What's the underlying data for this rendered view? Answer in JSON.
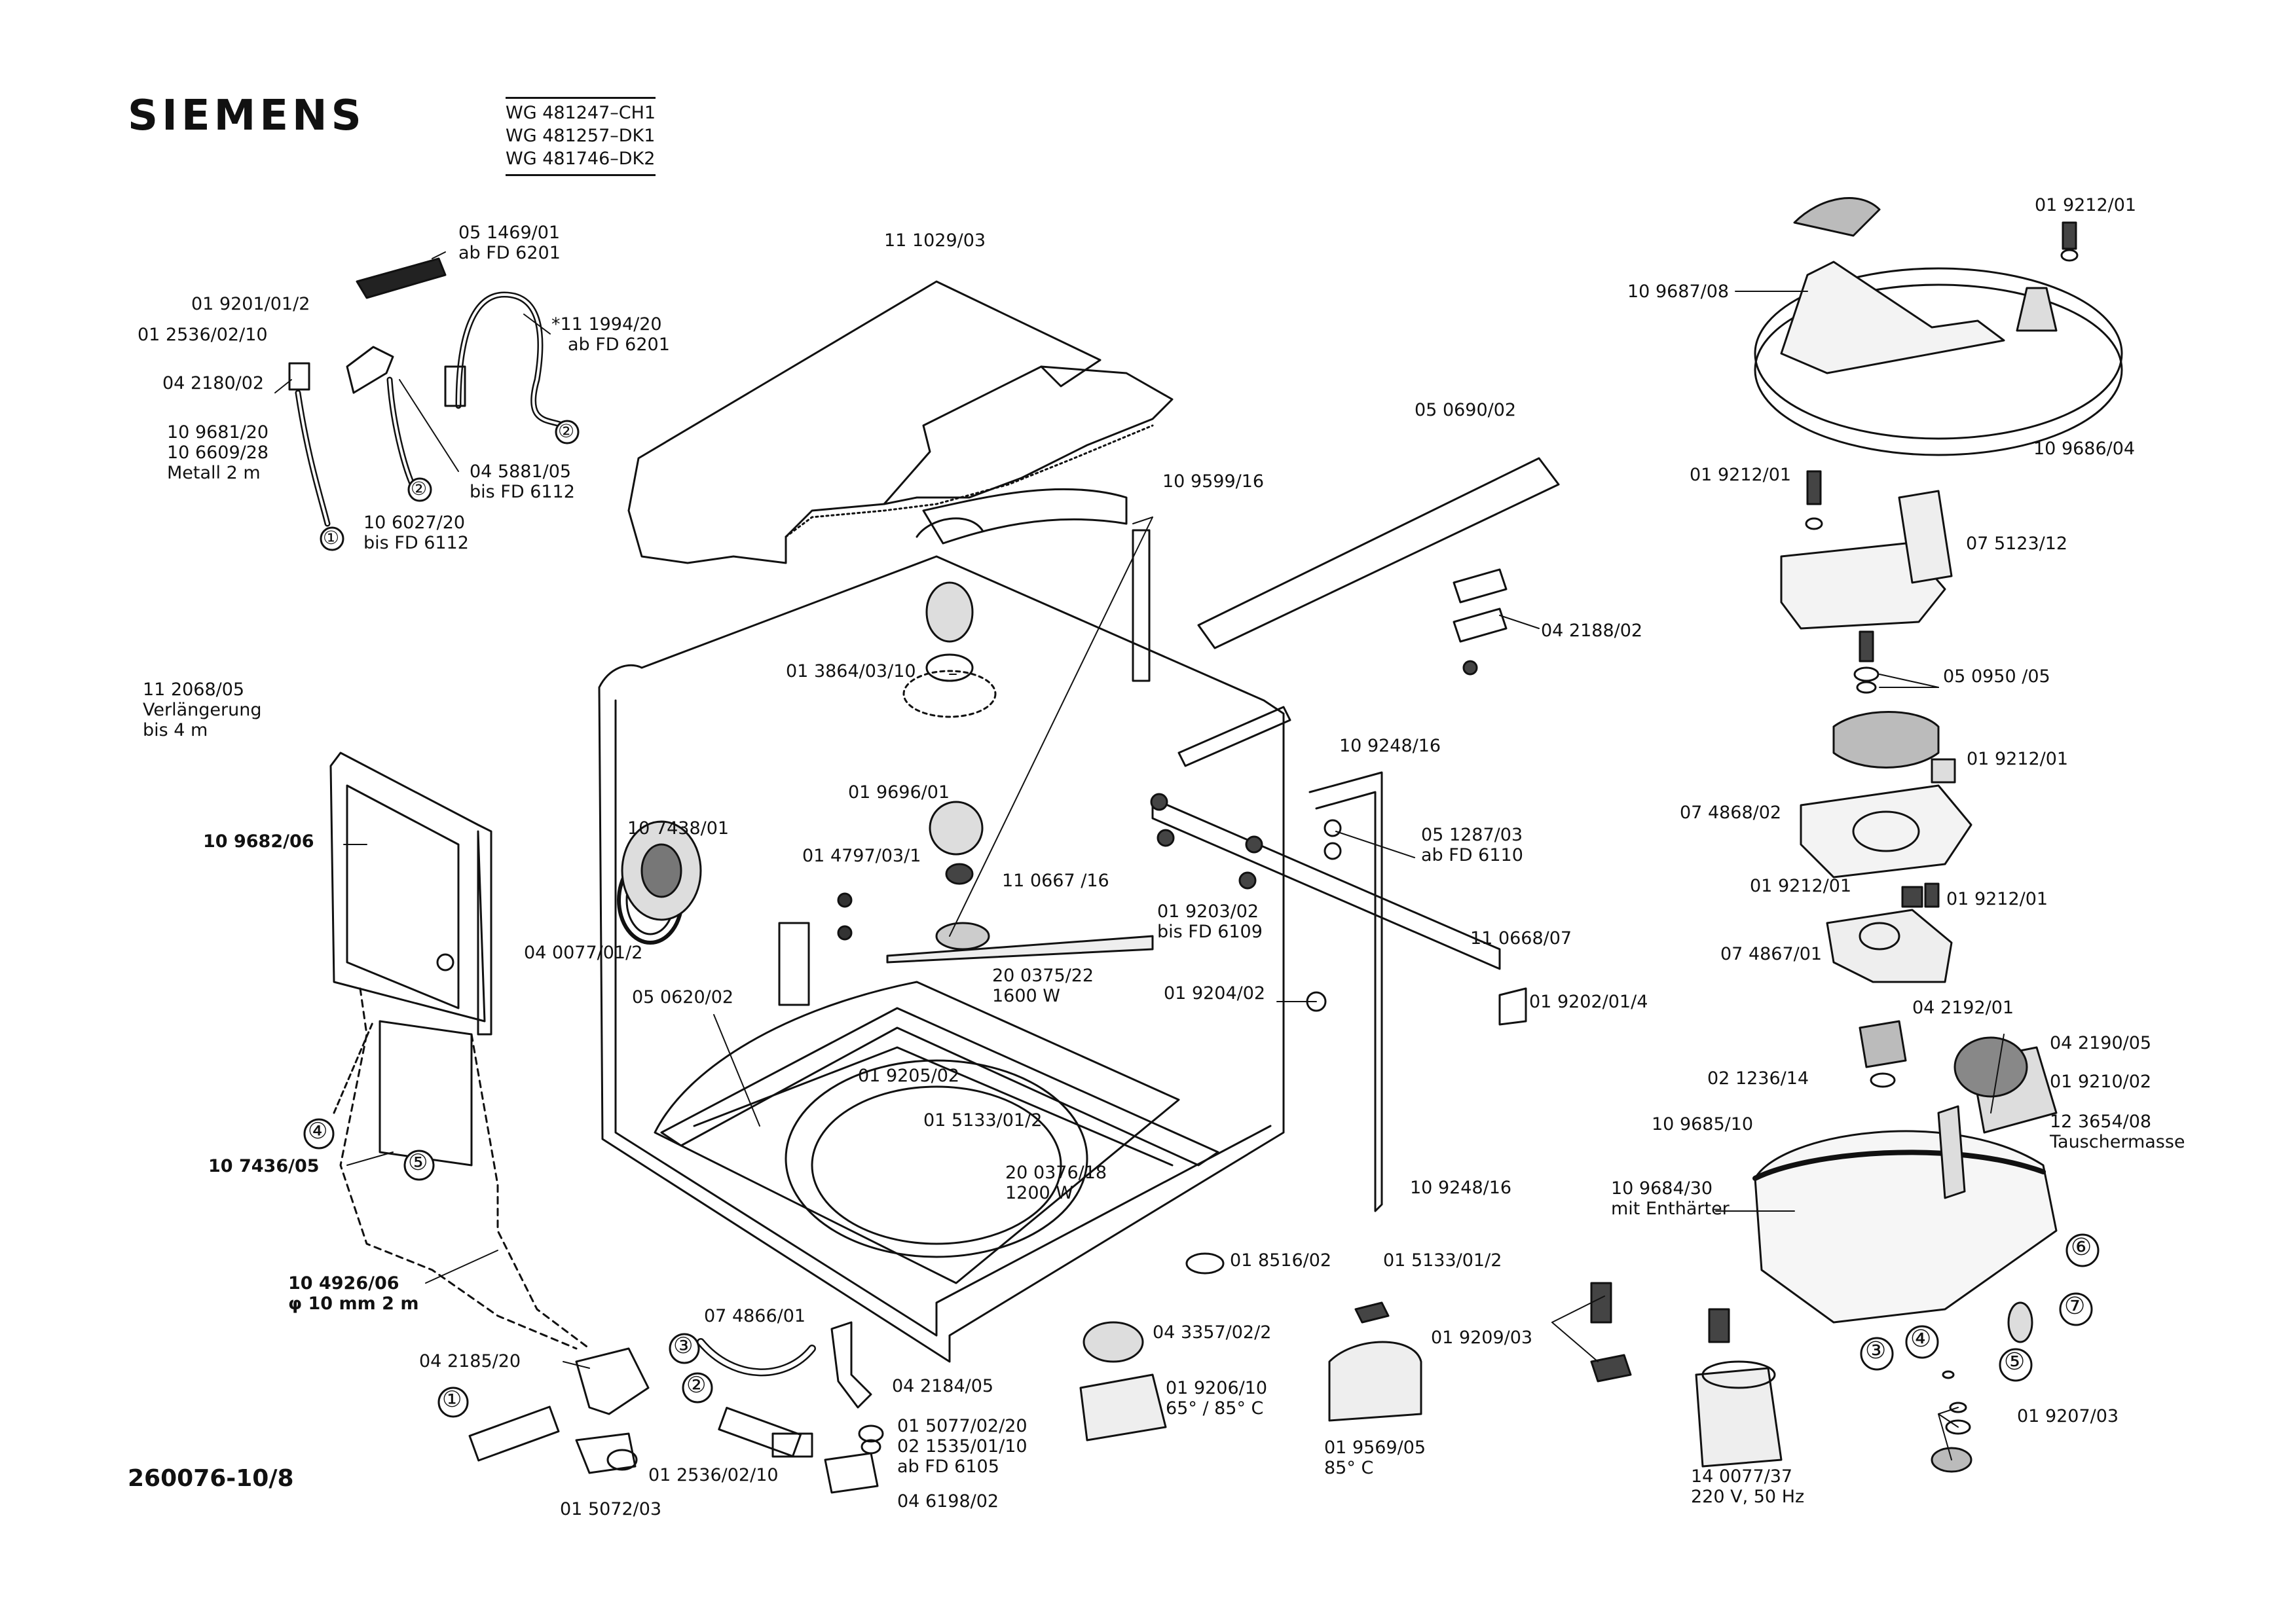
{
  "header": {
    "brand": "SIEMENS",
    "models": [
      "WG 481247–CH1",
      "WG 481257–DK1",
      "WG 481746–DK2"
    ]
  },
  "footer": {
    "doc_number": "260076-10/8"
  },
  "callouts": {
    "c1": "①",
    "c2": "②",
    "c3": "③",
    "c4": "④",
    "c5": "⑤",
    "c6": "⑥",
    "c7": "⑦"
  },
  "labels": {
    "p051469": [
      "05 1469/01",
      "ab FD 6201"
    ],
    "p019201": [
      "01 9201/01/2"
    ],
    "p012536a": [
      "01 2536/02/10"
    ],
    "p042180": [
      "04 2180/02"
    ],
    "p109681": [
      "10 9681/20",
      "10 6609/28",
      "Metall 2 m"
    ],
    "p111994": [
      "*11 1994/20",
      "ab FD 6201"
    ],
    "p045881": [
      "04 5881/05",
      "bis FD 6112"
    ],
    "p106027": [
      "10 6027/20",
      "bis FD 6112"
    ],
    "p111029": [
      "11 1029/03"
    ],
    "p050690": [
      "05 0690/02"
    ],
    "p109599": [
      "10 9599/16"
    ],
    "p013864": [
      "01 3864/03/10"
    ],
    "p112068": [
      "11 2068/05",
      "Verlängerung",
      "bis 4 m"
    ],
    "p109682": [
      "10 9682/06"
    ],
    "p107438": [
      "10 7438/01"
    ],
    "p040077": [
      "04 0077/01/2"
    ],
    "p019696": [
      "01 9696/01"
    ],
    "p014797": [
      "01 4797/03/1"
    ],
    "p110667": [
      "11 0667 /16"
    ],
    "p050620": [
      "05 0620/02"
    ],
    "p200375": [
      "20 0375/22",
      "1600 W"
    ],
    "p019205": [
      "01 9205/02"
    ],
    "p015133a": [
      "01 5133/01/2"
    ],
    "p200376": [
      "20 0376/18",
      "1200 W"
    ],
    "p107436": [
      "10 7436/05"
    ],
    "p104926": [
      "10 4926/06",
      "φ 10 mm 2 m"
    ],
    "p042185": [
      "04 2185/20"
    ],
    "p074866": [
      "07 4866/01"
    ],
    "p042184": [
      "04 2184/05"
    ],
    "p015077": [
      "01 5077/02/20",
      "02 1535/01/10",
      "ab FD 6105"
    ],
    "p012536b": [
      "01 2536/02/10"
    ],
    "p015072": [
      "01 5072/03"
    ],
    "p046198": [
      "04 6198/02"
    ],
    "p042188": [
      "04 2188/02"
    ],
    "p109248a": [
      "10 9248/16"
    ],
    "p051287": [
      "05 1287/03",
      "ab FD 6110"
    ],
    "p019203": [
      "01 9203/02",
      "bis FD 6109"
    ],
    "p110668": [
      "11 0668/07"
    ],
    "p019202": [
      "01 9202/01/4"
    ],
    "p019204": [
      "01 9204/02"
    ],
    "p109248b": [
      "10 9248/16"
    ],
    "p018516": [
      "01 8516/02"
    ],
    "p015133b": [
      "01 5133/01/2"
    ],
    "p043357": [
      "04 3357/02/2"
    ],
    "p019206": [
      "01 9206/10",
      "65° / 85° C"
    ],
    "p019569": [
      "01 9569/05",
      "85° C"
    ],
    "p019209": [
      "01 9209/03"
    ],
    "p019212a": [
      "01 9212/01"
    ],
    "p109687": [
      "10 9687/08"
    ],
    "p109686": [
      "10 9686/04"
    ],
    "p019212b": [
      "01 9212/01"
    ],
    "p075123": [
      "07 5123/12"
    ],
    "p050950": [
      "05 0950 /05"
    ],
    "p019212c": [
      "01 9212/01"
    ],
    "p074868": [
      "07 4868/02"
    ],
    "p019212d": [
      "01 9212/01"
    ],
    "p019212e": [
      "01 9212/01"
    ],
    "p074867": [
      "07 4867/01"
    ],
    "p042192": [
      "04 2192/01"
    ],
    "p042190": [
      "04 2190/05"
    ],
    "p019210": [
      "01 9210/02"
    ],
    "p021236": [
      "02 1236/14"
    ],
    "p123654": [
      "12 3654/08",
      "Tauschermasse"
    ],
    "p109685": [
      "10 9685/10"
    ],
    "p109684": [
      "10 9684/30",
      "mit Enthärter"
    ],
    "p140077": [
      "14 0077/37",
      "220 V, 50 Hz"
    ],
    "p019207": [
      "01 9207/03"
    ]
  }
}
